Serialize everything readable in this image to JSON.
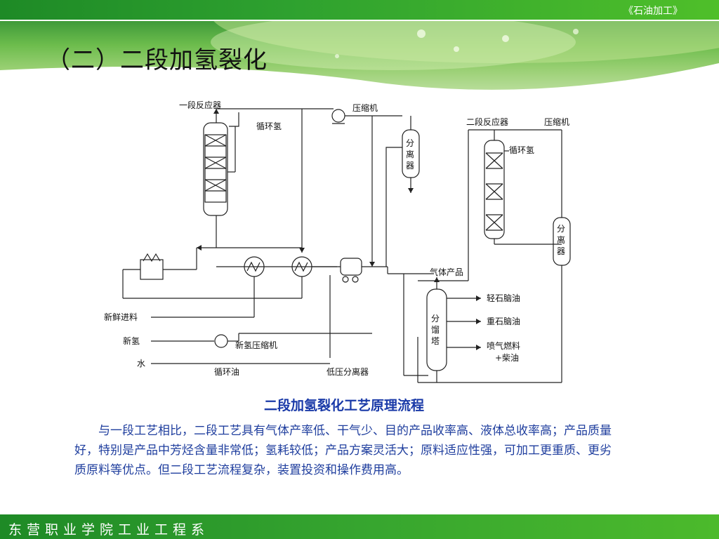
{
  "header": {
    "book_title": "《石油加工》"
  },
  "slide": {
    "title": "（二）二段加氢裂化"
  },
  "diagram": {
    "labels": {
      "reactor1": "一段反应器",
      "recycle_h2_1": "循环氢",
      "compressor1": "压缩机",
      "separator1": [
        "分",
        "离",
        "器"
      ],
      "reactor2": "二段反应器",
      "compressor2": "压缩机",
      "recycle_h2_2": "循环氢",
      "separator2": [
        "分",
        "离",
        "器"
      ],
      "gas_product": "气体产品",
      "fractionator": [
        "分",
        "馏",
        "塔"
      ],
      "light_naphtha": "轻石脑油",
      "heavy_naphtha": "重石脑油",
      "jet_fuel": "喷气燃料",
      "diesel": "+柴油",
      "fresh_feed": "新鲜进料",
      "fresh_h2": "新氢",
      "h2_compressor": "新氢压缩机",
      "water": "水",
      "recycle_oil": "循环油",
      "lp_separator": "低压分离器"
    }
  },
  "caption": "二段加氢裂化工艺原理流程",
  "body": "与一段工艺相比，二段工艺具有气体产率低、干气少、目的产品收率高、液体总收率高；产品质量好，特别是产品中芳烃含量非常低；氢耗较低；产品方案灵活大；原料适应性强，可加工更重质、更劣质原料等优点。但二段工艺流程复杂，装置投资和操作费用高。",
  "footer": {
    "school": "东营职业学院工业工程系"
  }
}
